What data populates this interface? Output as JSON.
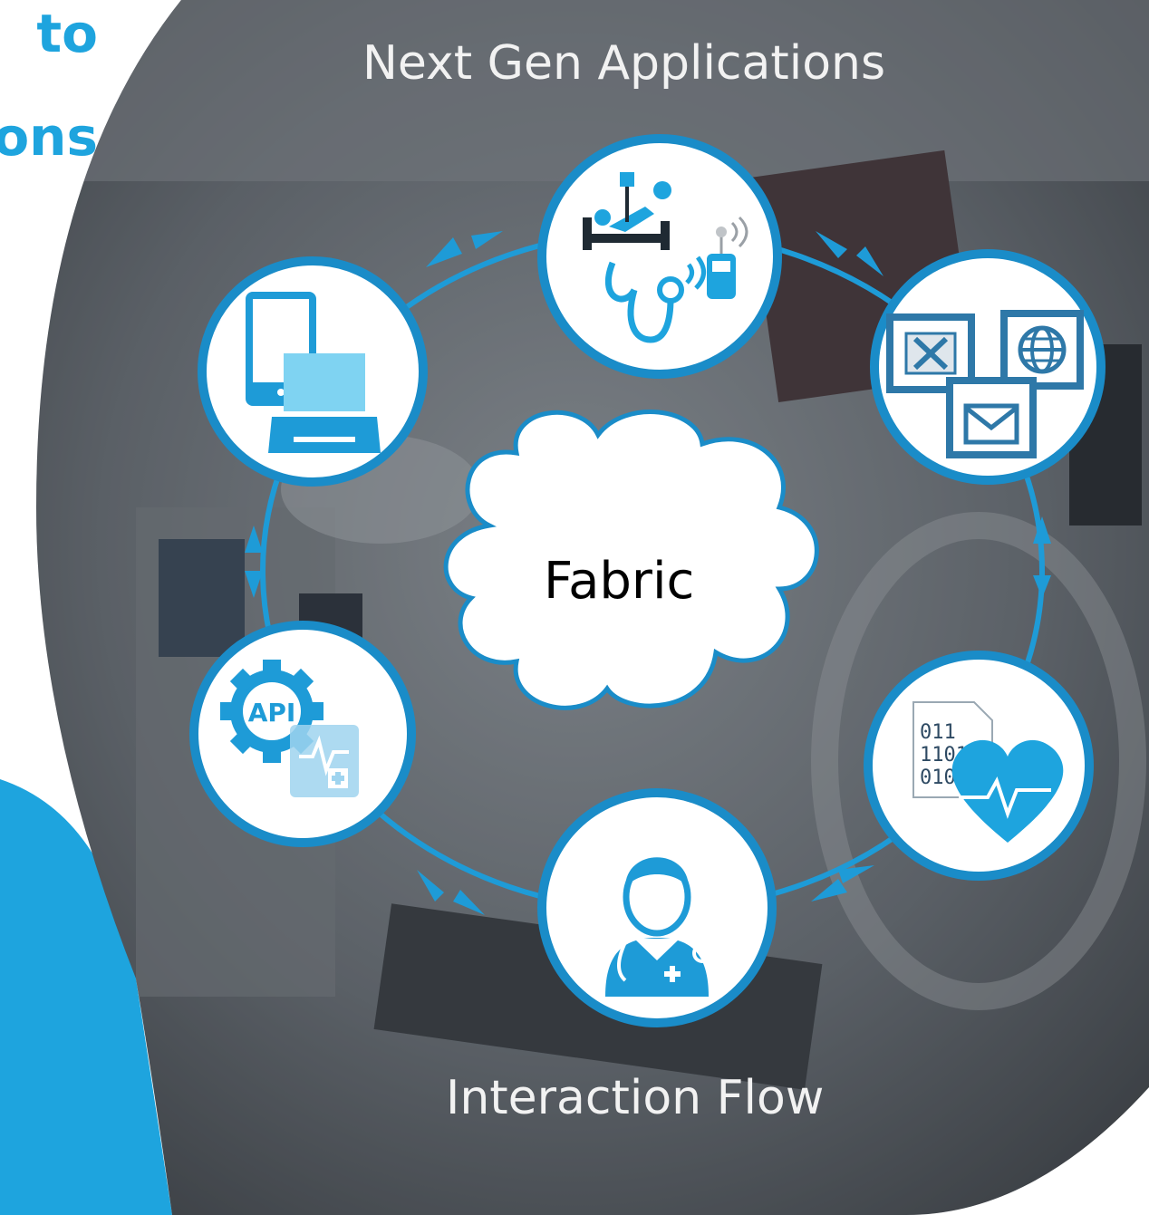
{
  "heading": {
    "line1": "to",
    "line2": "ons"
  },
  "diagram": {
    "title": "Next Gen Applications",
    "center_label": "Fabric",
    "footer_label": "Interaction Flow",
    "colors": {
      "accent": "#1ea4de",
      "ring": "#1e9bd7",
      "node_border": "#1a8cc8",
      "light_blue": "#7fd3f2"
    },
    "nodes": [
      {
        "id": "patient-monitoring",
        "icons": [
          "hospital-bed-icon",
          "stethoscope-icon",
          "wireless-signal-icon",
          "wearable-device-icon"
        ]
      },
      {
        "id": "documents",
        "icons": [
          "spreadsheet-icon",
          "web-globe-icon",
          "email-icon"
        ]
      },
      {
        "id": "health-data",
        "icons": [
          "binary-data-file-icon",
          "heartbeat-icon"
        ],
        "binary_lines": [
          "011",
          "1101",
          "010"
        ]
      },
      {
        "id": "clinician",
        "icons": [
          "doctor-icon"
        ]
      },
      {
        "id": "api",
        "icons": [
          "api-gear-icon",
          "medical-chart-icon"
        ],
        "api_label": "API"
      },
      {
        "id": "devices",
        "icons": [
          "smartphone-icon",
          "laptop-icon"
        ]
      }
    ]
  }
}
